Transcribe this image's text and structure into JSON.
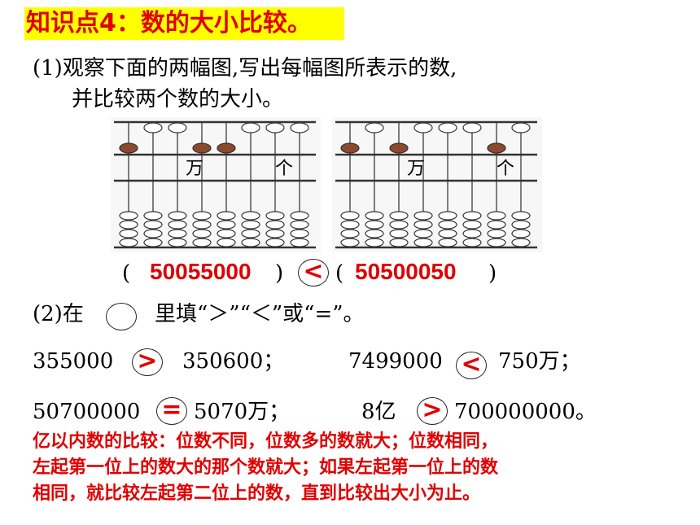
{
  "title": "知识点4：数的大小比较。",
  "q1": {
    "line1": "(1)观察下面的两幅图,写出每幅图所表示的数,",
    "line2": "并比较两个数的大小。",
    "abacus_labels": {
      "wan": "万",
      "ge": "个"
    },
    "open_paren": "(",
    "answer_left": "50055000",
    "close_left": ")",
    "compare": "<",
    "open_right": "(",
    "answer_right": "50500050",
    "close_right": ")"
  },
  "q2": {
    "prompt_prefix": "(2)在",
    "prompt_suffix": "里填“＞”“＜”或“=”。",
    "items": [
      {
        "left": "355000",
        "symbol": ">",
        "right": "350600；"
      },
      {
        "left": "7499000",
        "symbol": "<",
        "right": "750万；"
      },
      {
        "left": "50700000",
        "symbol": "=",
        "right": "5070万；"
      },
      {
        "left": "8亿",
        "symbol": ">",
        "right": "700000000。"
      }
    ]
  },
  "rule": {
    "line1": "亿以内数的比较：位数不同，位数多的数就大；位数相同，",
    "line2": "左起第一位上的数大的那个数就大；如果左起第一位上的数",
    "line3": "相同，就比较左起第二位上的数，直到比较出大小为止。"
  },
  "colors": {
    "accent": "#e00000",
    "highlight": "#ffff00",
    "bead_dark": "#8b4a2b"
  }
}
